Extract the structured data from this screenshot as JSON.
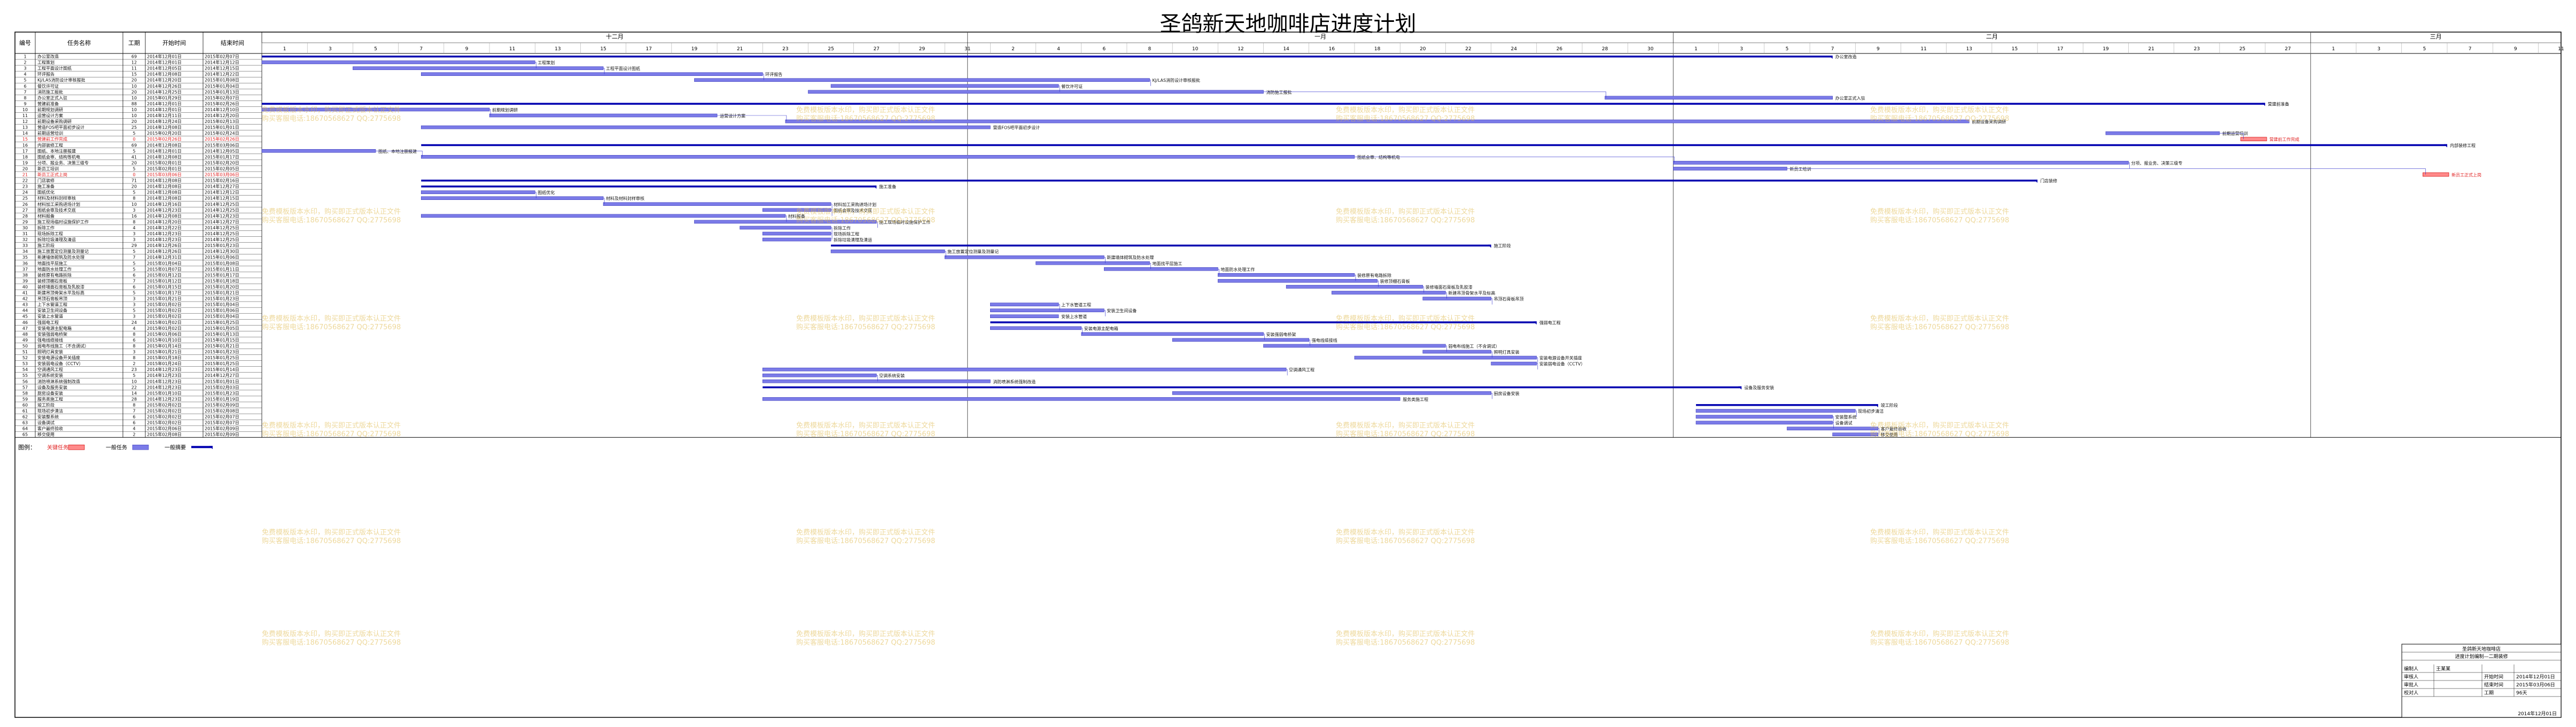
{
  "title": "圣鸽新天地咖啡店进度计划",
  "headers": {
    "seq": "编号",
    "name": "任务名称",
    "duration": "工期",
    "start": "开始时间",
    "end": "结束时间"
  },
  "months": [
    {
      "label": "十二月",
      "start": "2014-12-01",
      "end": "2014-12-31"
    },
    {
      "label": "一月",
      "start": "2015-01-01",
      "end": "2015-01-31"
    },
    {
      "label": "二月",
      "start": "2015-02-01",
      "end": "2015-02-28"
    },
    {
      "label": "三月",
      "start": "2015-03-01",
      "end": "2015-03-11"
    }
  ],
  "chart_data": {
    "type": "bar",
    "subtype": "gantt",
    "x_range": [
      "2014-12-01",
      "2015-03-11"
    ],
    "tasks": [
      {
        "id": 1,
        "name": "办公室改造",
        "duration": 69,
        "start": "2014年12月01日",
        "end": "2015年02月07日",
        "s": "2014-12-01",
        "e": "2015-02-07",
        "kind": "summary",
        "label": "办公室改造"
      },
      {
        "id": 2,
        "name": "工程策划",
        "duration": 12,
        "start": "2014年12月01日",
        "end": "2014年12月12日",
        "s": "2014-12-01",
        "e": "2014-12-12",
        "kind": "task",
        "label": "工程策划"
      },
      {
        "id": 3,
        "name": "工程平面设计图纸",
        "duration": 11,
        "start": "2014年12月05日",
        "end": "2014年12月15日",
        "s": "2014-12-05",
        "e": "2014-12-15",
        "kind": "task",
        "label": "工程平面设计图纸"
      },
      {
        "id": 4,
        "name": "环评报告",
        "duration": 15,
        "start": "2014年12月08日",
        "end": "2014年12月22日",
        "s": "2014-12-08",
        "e": "2014-12-22",
        "kind": "task",
        "label": "环评报告"
      },
      {
        "id": 5,
        "name": "KJ/LAS消防设计审核报批",
        "duration": 20,
        "start": "2014年12月20日",
        "end": "2015年01月08日",
        "s": "2014-12-20",
        "e": "2015-01-08",
        "kind": "task",
        "label": "KJ/LAS消防设计审核报批"
      },
      {
        "id": 6,
        "name": "餐饮许可证",
        "duration": 10,
        "start": "2014年12月26日",
        "end": "2015年01月04日",
        "s": "2014-12-26",
        "e": "2015-01-04",
        "kind": "task",
        "label": "餐饮许可证"
      },
      {
        "id": 7,
        "name": "消防施工报批",
        "duration": 20,
        "start": "2014年12月25日",
        "end": "2015年01月13日",
        "s": "2014-12-25",
        "e": "2015-01-13",
        "kind": "task",
        "label": "消防施工报批"
      },
      {
        "id": 8,
        "name": "办公室正式入驻",
        "duration": 10,
        "start": "2015年01月29日",
        "end": "2015年02月07日",
        "s": "2015-01-29",
        "e": "2015-02-07",
        "kind": "task",
        "label": "办公室正式入驻"
      },
      {
        "id": 9,
        "name": "营建前准备",
        "duration": 88,
        "start": "2014年12月01日",
        "end": "2015年02月26日",
        "s": "2014-12-01",
        "e": "2015-02-26",
        "kind": "summary",
        "label": "营建前准备"
      },
      {
        "id": 10,
        "name": "前期规划调研",
        "duration": 10,
        "start": "2014年12月01日",
        "end": "2014年12月10日",
        "s": "2014-12-01",
        "e": "2014-12-10",
        "kind": "task",
        "label": "前期规划调研"
      },
      {
        "id": 11,
        "name": "运营设计方案",
        "duration": 10,
        "start": "2014年12月11日",
        "end": "2014年12月20日",
        "s": "2014-12-11",
        "e": "2014-12-20",
        "kind": "task",
        "label": "运营设计方案"
      },
      {
        "id": 12,
        "name": "前期设备采购调研",
        "duration": 20,
        "start": "2014年12月24日",
        "end": "2015年02月13日",
        "s": "2014-12-24",
        "e": "2015-02-13",
        "kind": "task",
        "label": "前期设备采购调研"
      },
      {
        "id": 13,
        "name": "营造FOS吧平面初步设计",
        "duration": 25,
        "start": "2014年12月08日",
        "end": "2015年01月01日",
        "s": "2014-12-08",
        "e": "2015-01-01",
        "kind": "task",
        "label": "营造FOS吧平面初步设计"
      },
      {
        "id": 14,
        "name": "前期运营培训",
        "duration": 5,
        "start": "2015年02月20日",
        "end": "2015年02月24日",
        "s": "2015-02-20",
        "e": "2015-02-24",
        "kind": "task",
        "label": "前期运营培训"
      },
      {
        "id": 15,
        "name": "营建前工作完成",
        "duration": 0,
        "start": "2015年02月26日",
        "end": "2015年02月26日",
        "s": "2015-02-26",
        "e": "2015-02-26",
        "kind": "critical",
        "label": "营建前工作完成"
      },
      {
        "id": 16,
        "name": "内部装修工程",
        "duration": 69,
        "start": "2014年12月08日",
        "end": "2015年03月06日",
        "s": "2014-12-08",
        "e": "2015-03-06",
        "kind": "summary",
        "label": "内部装修工程"
      },
      {
        "id": 17,
        "name": "图纸、本地注册报建",
        "duration": 5,
        "start": "2014年12月01日",
        "end": "2014年12月05日",
        "s": "2014-12-01",
        "e": "2014-12-05",
        "kind": "task",
        "label": "图纸、本地注册报建"
      },
      {
        "id": 18,
        "name": "图纸会审、结构等机电",
        "duration": 41,
        "start": "2014年12月08日",
        "end": "2015年01月17日",
        "s": "2014-12-08",
        "e": "2015-01-17",
        "kind": "task",
        "label": "图纸会审、结构等机电"
      },
      {
        "id": 19,
        "name": "分项、报业务、决策三级专",
        "duration": 20,
        "start": "2015年02月01日",
        "end": "2015年02月20日",
        "s": "2015-02-01",
        "e": "2015-02-20",
        "kind": "task",
        "label": "分项、报业务、决策三级专"
      },
      {
        "id": 20,
        "name": "新员工培训",
        "duration": 5,
        "start": "2015年02月01日",
        "end": "2015年02月05日",
        "s": "2015-02-01",
        "e": "2015-02-05",
        "kind": "task",
        "label": "新员工培训"
      },
      {
        "id": 21,
        "name": "新员工正式上岗",
        "duration": 0,
        "start": "2015年03月06日",
        "end": "2015年03月06日",
        "s": "2015-03-06",
        "e": "2015-03-06",
        "kind": "critical",
        "label": "新员工正式上岗"
      },
      {
        "id": 22,
        "name": "门店装修",
        "duration": 71,
        "start": "2014年12月08日",
        "end": "2015年02月16日",
        "s": "2014-12-08",
        "e": "2015-02-16",
        "kind": "summary",
        "label": "门店装修"
      },
      {
        "id": 23,
        "name": "施工准备",
        "duration": 20,
        "start": "2014年12月08日",
        "end": "2014年12月27日",
        "s": "2014-12-08",
        "e": "2014-12-27",
        "kind": "summary",
        "label": "施工准备"
      },
      {
        "id": 24,
        "name": "图纸优化",
        "duration": 5,
        "start": "2014年12月08日",
        "end": "2014年12月12日",
        "s": "2014-12-08",
        "e": "2014-12-12",
        "kind": "task",
        "label": "图纸优化"
      },
      {
        "id": 25,
        "name": "材料及材料封样审核",
        "duration": 8,
        "start": "2014年12月08日",
        "end": "2014年12月15日",
        "s": "2014-12-08",
        "e": "2014-12-15",
        "kind": "task",
        "label": "材料及材料封样审核"
      },
      {
        "id": 26,
        "name": "材料加工采购进场计划",
        "duration": 10,
        "start": "2014年12月16日",
        "end": "2014年12月25日",
        "s": "2014-12-16",
        "e": "2014-12-25",
        "kind": "task",
        "label": "材料加工采购进场计划"
      },
      {
        "id": 27,
        "name": "图纸会审及技术交底",
        "duration": 3,
        "start": "2014年12月23日",
        "end": "2014年12月25日",
        "s": "2014-12-23",
        "e": "2014-12-25",
        "kind": "task",
        "label": "图纸会审及技术交底"
      },
      {
        "id": 28,
        "name": "材料报备",
        "duration": 16,
        "start": "2014年12月08日",
        "end": "2014年12月23日",
        "s": "2014-12-08",
        "e": "2014-12-23",
        "kind": "task",
        "label": "材料报备"
      },
      {
        "id": 29,
        "name": "施工现场临时设施保护工作",
        "duration": 8,
        "start": "2014年12月20日",
        "end": "2014年12月27日",
        "s": "2014-12-20",
        "e": "2014-12-27",
        "kind": "task",
        "label": "施工现场临时设施保护工作"
      },
      {
        "id": 30,
        "name": "拆除工作",
        "duration": 4,
        "start": "2014年12月22日",
        "end": "2014年12月25日",
        "s": "2014-12-22",
        "e": "2014-12-25",
        "kind": "task",
        "label": "拆除工作"
      },
      {
        "id": 31,
        "name": "现场拆除工程",
        "duration": 3,
        "start": "2014年12月23日",
        "end": "2014年12月25日",
        "s": "2014-12-23",
        "e": "2014-12-25",
        "kind": "task",
        "label": "现场拆除工程"
      },
      {
        "id": 32,
        "name": "拆除垃圾清理及清运",
        "duration": 3,
        "start": "2014年12月23日",
        "end": "2014年12月25日",
        "s": "2014-12-23",
        "e": "2014-12-25",
        "kind": "task",
        "label": "拆除垃圾清理及清运"
      },
      {
        "id": 33,
        "name": "施工阶段",
        "duration": 29,
        "start": "2014年12月26日",
        "end": "2015年01月23日",
        "s": "2014-12-26",
        "e": "2015-01-23",
        "kind": "summary",
        "label": "施工阶段"
      },
      {
        "id": 34,
        "name": "施工放置定位测量及测量记",
        "duration": 5,
        "start": "2014年12月26日",
        "end": "2014年12月30日",
        "s": "2014-12-26",
        "e": "2014-12-30",
        "kind": "task",
        "label": "施工放置定位测量及测量记"
      },
      {
        "id": 35,
        "name": "新建墙体砌筑及防水处理",
        "duration": 7,
        "start": "2014年12月31日",
        "end": "2015年01月06日",
        "s": "2014-12-31",
        "e": "2015-01-06",
        "kind": "task",
        "label": "新建墙体砌筑及防水处理"
      },
      {
        "id": 36,
        "name": "地面找平层施工",
        "duration": 5,
        "start": "2015年01月04日",
        "end": "2015年01月08日",
        "s": "2015-01-04",
        "e": "2015-01-08",
        "kind": "task",
        "label": "地面找平层施工"
      },
      {
        "id": 37,
        "name": "地面防水处理工作",
        "duration": 5,
        "start": "2015年01月07日",
        "end": "2015年01月11日",
        "s": "2015-01-07",
        "e": "2015-01-11",
        "kind": "task",
        "label": "地面防水处理工作"
      },
      {
        "id": 38,
        "name": "装修原有电路拆除",
        "duration": 6,
        "start": "2015年01月12日",
        "end": "2015年01月17日",
        "s": "2015-01-12",
        "e": "2015-01-17",
        "kind": "task",
        "label": "装修原有电路拆除"
      },
      {
        "id": 39,
        "name": "装修顶棚石膏板",
        "duration": 7,
        "start": "2015年01月12日",
        "end": "2015年01月18日",
        "s": "2015-01-12",
        "e": "2015-01-18",
        "kind": "task",
        "label": "装修顶棚石膏板"
      },
      {
        "id": 40,
        "name": "装修墙面石膏板及乳胶漆",
        "duration": 6,
        "start": "2015年01月15日",
        "end": "2015年01月20日",
        "s": "2015-01-15",
        "e": "2015-01-20",
        "kind": "task",
        "label": "装修墙面石膏板及乳胶漆"
      },
      {
        "id": 41,
        "name": "新建吊顶骨架水平及标高",
        "duration": 5,
        "start": "2015年01月17日",
        "end": "2015年01月21日",
        "s": "2015-01-17",
        "e": "2015-01-21",
        "kind": "task",
        "label": "新建吊顶骨架水平及标高"
      },
      {
        "id": 42,
        "name": "吊顶石膏板吊顶",
        "duration": 3,
        "start": "2015年01月21日",
        "end": "2015年01月23日",
        "s": "2015-01-21",
        "e": "2015-01-23",
        "kind": "task",
        "label": "吊顶石膏板吊顶"
      },
      {
        "id": 43,
        "name": "上下水管道工程",
        "duration": 3,
        "start": "2015年01月02日",
        "end": "2015年01月04日",
        "s": "2015-01-02",
        "e": "2015-01-04",
        "kind": "task",
        "label": "上下水管道工程"
      },
      {
        "id": 44,
        "name": "安装卫生间设备",
        "duration": 5,
        "start": "2015年01月02日",
        "end": "2015年01月06日",
        "s": "2015-01-02",
        "e": "2015-01-06",
        "kind": "task",
        "label": "安装卫生间设备"
      },
      {
        "id": 45,
        "name": "安装上水管道",
        "duration": 3,
        "start": "2015年01月02日",
        "end": "2015年01月04日",
        "s": "2015-01-02",
        "e": "2015-01-04",
        "kind": "task",
        "label": "安装上水管道"
      },
      {
        "id": 46,
        "name": "强弱电工程",
        "duration": 24,
        "start": "2015年01月02日",
        "end": "2015年01月25日",
        "s": "2015-01-02",
        "e": "2015-01-25",
        "kind": "summary",
        "label": "强弱电工程"
      },
      {
        "id": 47,
        "name": "安装电源主配电箱",
        "duration": 4,
        "start": "2015年01月02日",
        "end": "2015年01月05日",
        "s": "2015-01-02",
        "e": "2015-01-05",
        "kind": "task",
        "label": "安装电源主配电箱"
      },
      {
        "id": 48,
        "name": "安装强弱电桥架",
        "duration": 8,
        "start": "2015年01月06日",
        "end": "2015年01月13日",
        "s": "2015-01-06",
        "e": "2015-01-13",
        "kind": "task",
        "label": "安装强弱电桥架"
      },
      {
        "id": 49,
        "name": "强电线缆接线",
        "duration": 6,
        "start": "2015年01月10日",
        "end": "2015年01月15日",
        "s": "2015-01-10",
        "e": "2015-01-15",
        "kind": "task",
        "label": "强电线缆接线"
      },
      {
        "id": 50,
        "name": "弱电布线施工（不含调试）",
        "duration": 8,
        "start": "2015年01月14日",
        "end": "2015年01月21日",
        "s": "2015-01-14",
        "e": "2015-01-21",
        "kind": "task",
        "label": "弱电布线施工（不含调试）"
      },
      {
        "id": 51,
        "name": "照明灯具安装",
        "duration": 3,
        "start": "2015年01月21日",
        "end": "2015年01月23日",
        "s": "2015-01-21",
        "e": "2015-01-23",
        "kind": "task",
        "label": "照明灯具安装"
      },
      {
        "id": 52,
        "name": "安装电源设备开关插座",
        "duration": 8,
        "start": "2015年01月18日",
        "end": "2015年01月25日",
        "s": "2015-01-18",
        "e": "2015-01-25",
        "kind": "task",
        "label": "安装电源设备开关插座"
      },
      {
        "id": 53,
        "name": "安装弱电设备（CCTV）",
        "duration": 2,
        "start": "2015年01月24日",
        "end": "2015年01月25日",
        "s": "2015-01-24",
        "e": "2015-01-25",
        "kind": "task",
        "label": "安装弱电设备（CCTV）"
      },
      {
        "id": 54,
        "name": "空调通风工程",
        "duration": 23,
        "start": "2014年12月23日",
        "end": "2015年01月14日",
        "s": "2014-12-23",
        "e": "2015-01-14",
        "kind": "task",
        "label": "空调通风工程"
      },
      {
        "id": 55,
        "name": "空调系统安装",
        "duration": 5,
        "start": "2014年12月23日",
        "end": "2014年12月27日",
        "s": "2014-12-23",
        "e": "2014-12-27",
        "kind": "task",
        "label": "空调系统安装"
      },
      {
        "id": 56,
        "name": "消防喷淋系统强制改造",
        "duration": 10,
        "start": "2014年12月23日",
        "end": "2015年01月01日",
        "s": "2014-12-23",
        "e": "2015-01-01",
        "kind": "task",
        "label": "消防喷淋系统强制改造"
      },
      {
        "id": 57,
        "name": "设备及服务安装",
        "duration": 22,
        "start": "2014年12月23日",
        "end": "2015年02月03日",
        "s": "2014-12-23",
        "e": "2015-02-03",
        "kind": "summary",
        "label": "设备及服务安装"
      },
      {
        "id": 58,
        "name": "厨房设备安装",
        "duration": 14,
        "start": "2015年01月10日",
        "end": "2015年01月23日",
        "s": "2015-01-10",
        "e": "2015-01-23",
        "kind": "task",
        "label": "厨房设备安装"
      },
      {
        "id": 59,
        "name": "服务类施工程",
        "duration": 28,
        "start": "2014年12月23日",
        "end": "2015年01月19日",
        "s": "2014-12-23",
        "e": "2015-01-19",
        "kind": "task",
        "label": "服务类施工程"
      },
      {
        "id": 60,
        "name": "竣工阶段",
        "duration": 8,
        "start": "2015年02月02日",
        "end": "2015年02月09日",
        "s": "2015-02-02",
        "e": "2015-02-09",
        "kind": "summary",
        "label": "竣工阶段"
      },
      {
        "id": 61,
        "name": "现场初步清洁",
        "duration": 7,
        "start": "2015年02月02日",
        "end": "2015年02月08日",
        "s": "2015-02-02",
        "e": "2015-02-08",
        "kind": "task",
        "label": "现场初步清洁"
      },
      {
        "id": 62,
        "name": "安装整系统",
        "duration": 6,
        "start": "2015年02月02日",
        "end": "2015年02月07日",
        "s": "2015-02-02",
        "e": "2015-02-07",
        "kind": "task",
        "label": "安装整系统"
      },
      {
        "id": 63,
        "name": "设备调试",
        "duration": 6,
        "start": "2015年02月02日",
        "end": "2015年02月07日",
        "s": "2015-02-02",
        "e": "2015-02-07",
        "kind": "task",
        "label": "设备调试"
      },
      {
        "id": 64,
        "name": "客户最终验收",
        "duration": 4,
        "start": "2015年02月06日",
        "end": "2015年02月09日",
        "s": "2015-02-06",
        "e": "2015-02-09",
        "kind": "task",
        "label": "客户最终验收"
      },
      {
        "id": 65,
        "name": "移交使用",
        "duration": 2,
        "start": "2015年02月08日",
        "end": "2015年02月09日",
        "s": "2015-02-08",
        "e": "2015-02-09",
        "kind": "task",
        "label": "移交使用"
      }
    ]
  },
  "legend": {
    "label": "图例：",
    "critical": "关键任务",
    "task": "一般任务",
    "summary": "一般摘要"
  },
  "watermark": {
    "line1": "免费模板版本水印，购买即正式版本认正文件",
    "line2": "购买客服电话:18670568627 QQ:2775698"
  },
  "info": {
    "company": "圣鸽新天地咖啡店",
    "project": "进度计划编制—二期装修",
    "rows": [
      [
        "编制人",
        "王某某",
        "",
        ""
      ],
      [
        "审核人",
        "",
        "开始时间",
        "2014年12月01日"
      ],
      [
        "审批人",
        "",
        "结束时间",
        "2015年03月06日"
      ],
      [
        "校对人",
        "",
        "工期",
        "96天"
      ]
    ],
    "footer": "2014年12月01日"
  }
}
